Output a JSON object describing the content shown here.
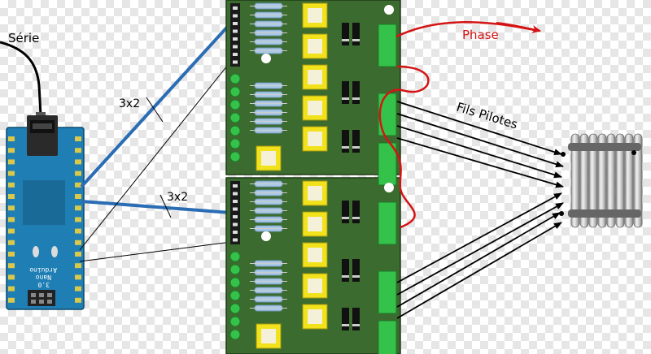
{
  "labels": {
    "serie": "Série",
    "bus_top": "3x2",
    "bus_bottom": "3x2",
    "phase": "Phase",
    "fils_pilotes": "Fils Pilotes",
    "arduino_name": "Arduino",
    "arduino_model": "Nano",
    "arduino_version": "3.0"
  },
  "colors": {
    "pcb_green": "#3b6b2e",
    "arduino_blue": "#1f7fb5",
    "bus_blue": "#2a6db5",
    "phase_red": "#d41414",
    "bright_green": "#35c24a",
    "connector_yellow": "#f2e21c",
    "relay_body": "#cfdbe6",
    "radiator_gray": "#d9d9d9"
  }
}
